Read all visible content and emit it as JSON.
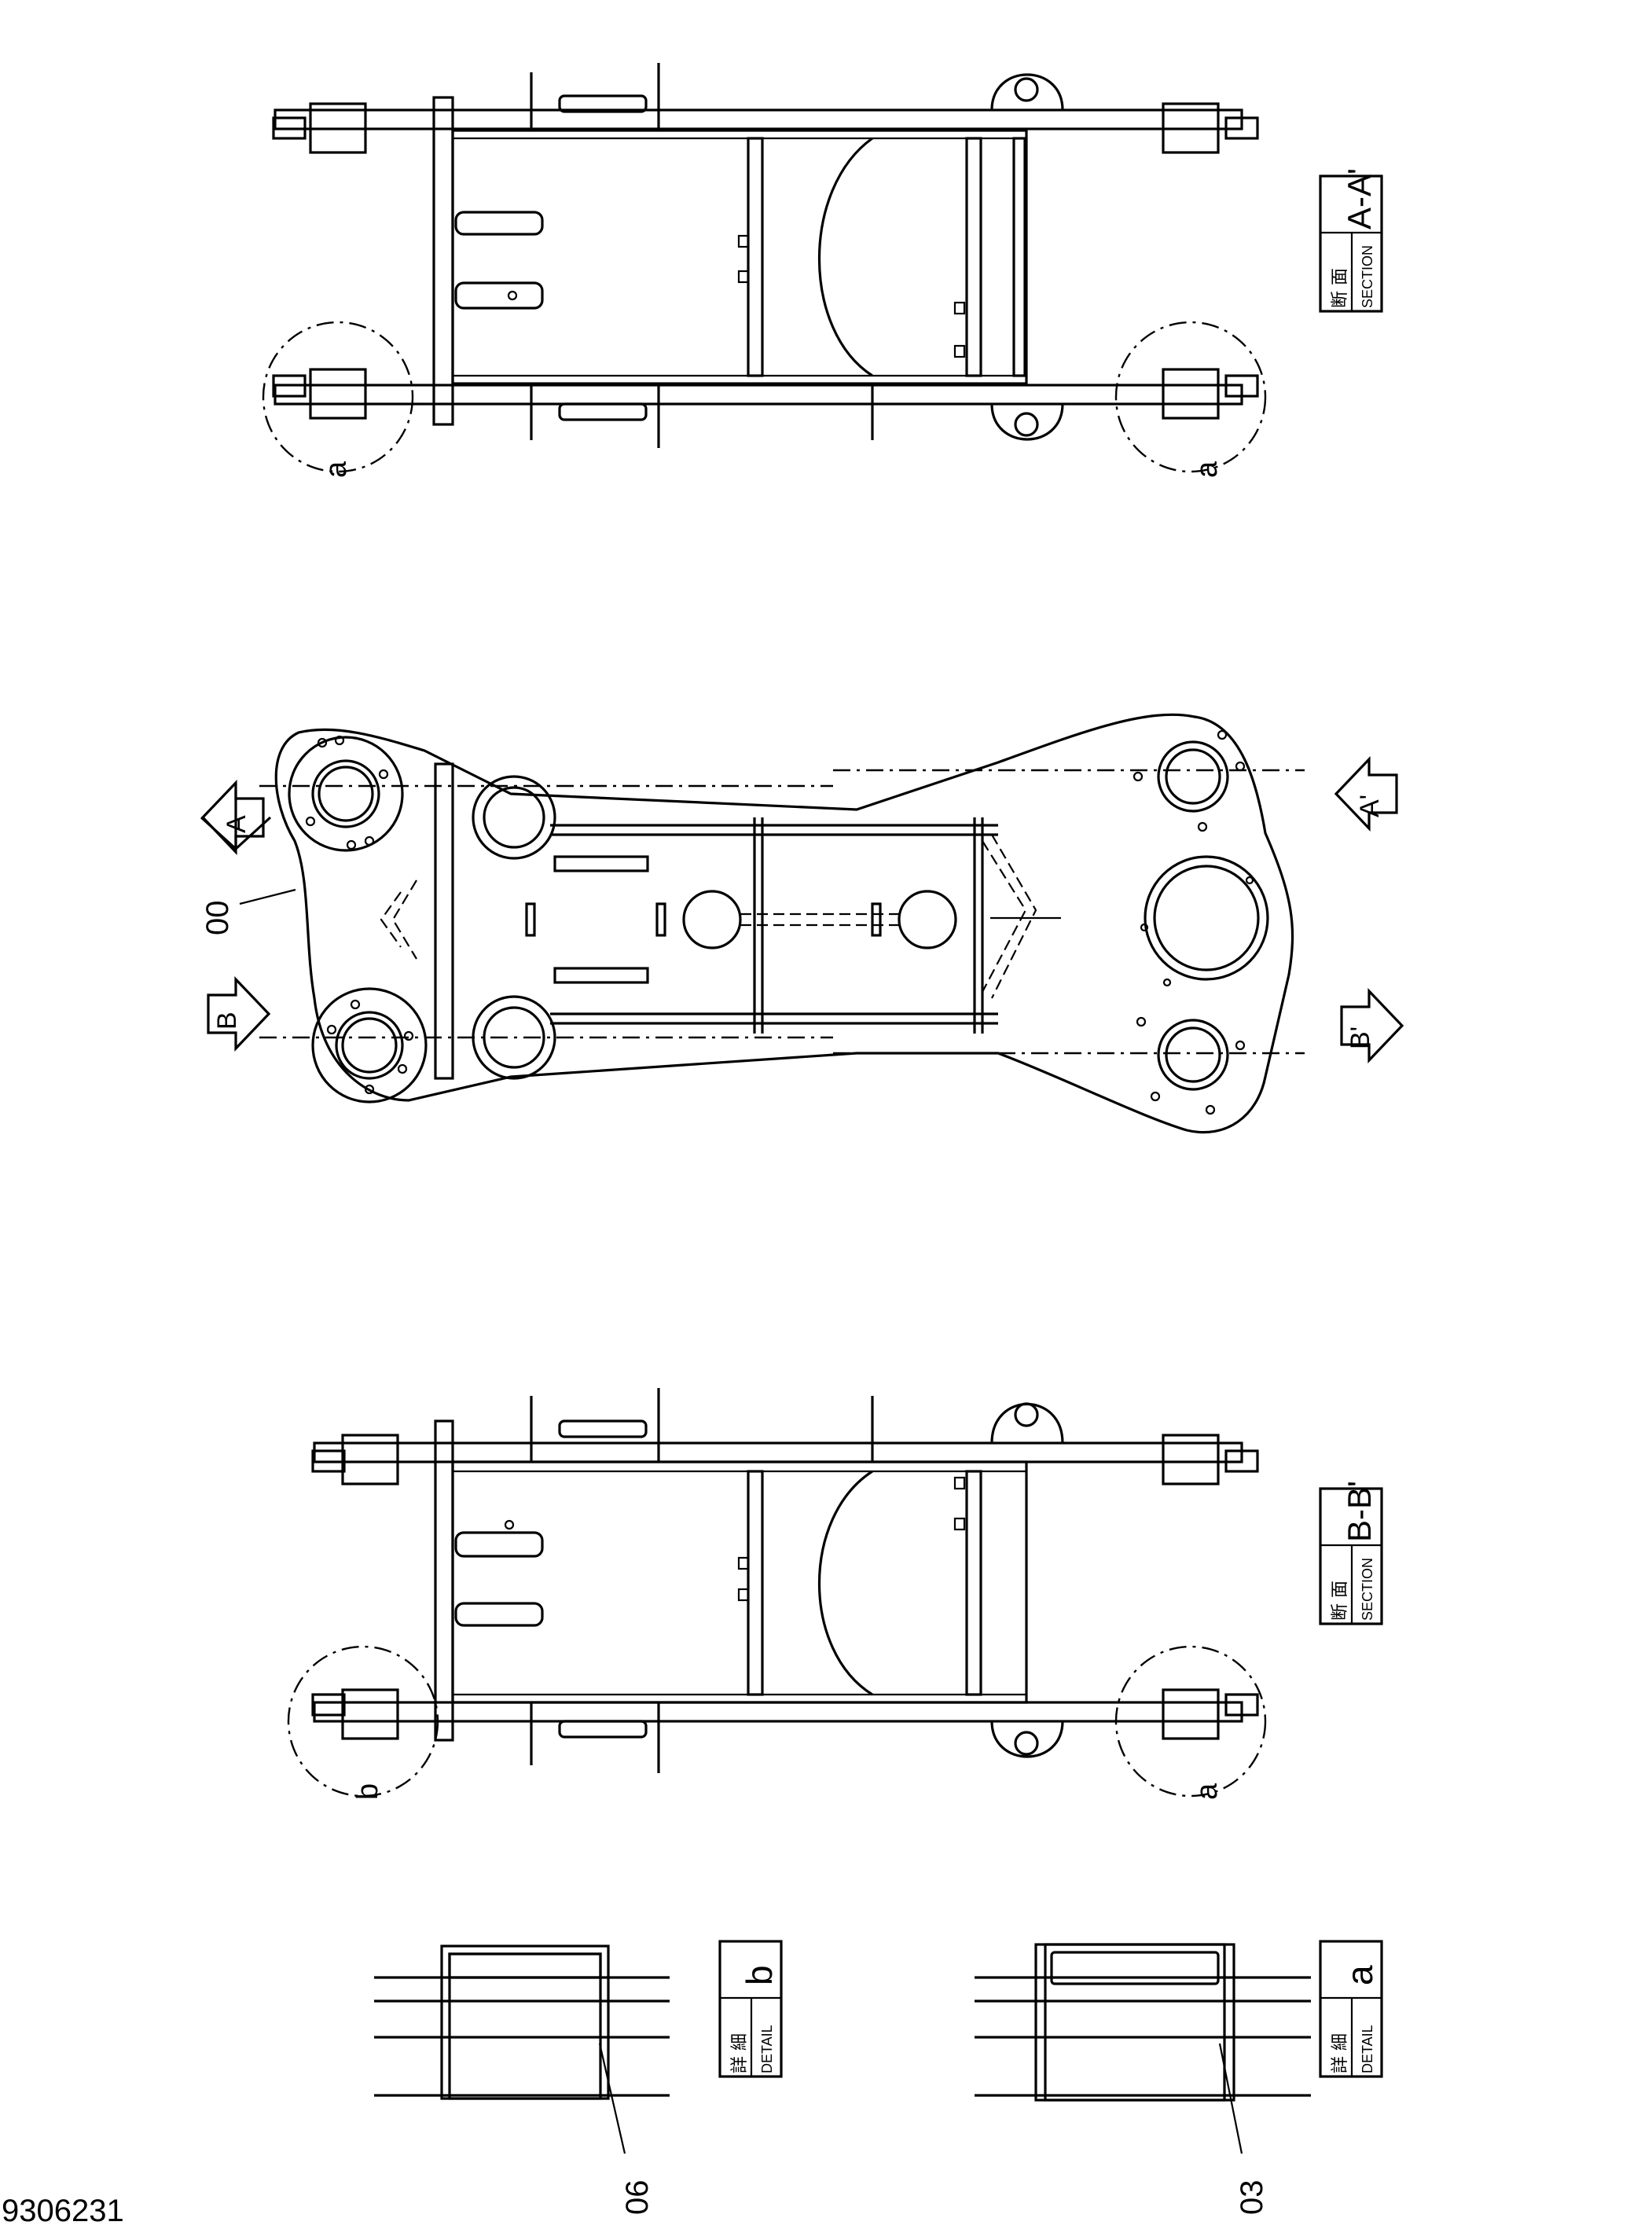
{
  "drawing_number": "9306231",
  "part_labels": {
    "frame": "00",
    "detail_b_part": "06",
    "detail_a_part": "03"
  },
  "section_a": {
    "ja": "断 面",
    "en": "SECTION",
    "id": "A-A'"
  },
  "section_b": {
    "ja": "断 面",
    "en": "SECTION",
    "id": "B-B'"
  },
  "detail_b": {
    "ja": "詳 細",
    "en": "DETAIL",
    "id": "b"
  },
  "detail_a": {
    "ja": "詳 細",
    "en": "DETAIL",
    "id": "a"
  },
  "section_markers": {
    "left_top": "A",
    "left_bottom": "B",
    "right_top": "A'",
    "right_bottom": "B'"
  },
  "detail_callouts": {
    "sec_a_left": "a",
    "sec_a_right": "a",
    "sec_b_left": "b",
    "sec_b_right": "a"
  },
  "colors": {
    "line": "#000000",
    "paper": "#ffffff"
  }
}
